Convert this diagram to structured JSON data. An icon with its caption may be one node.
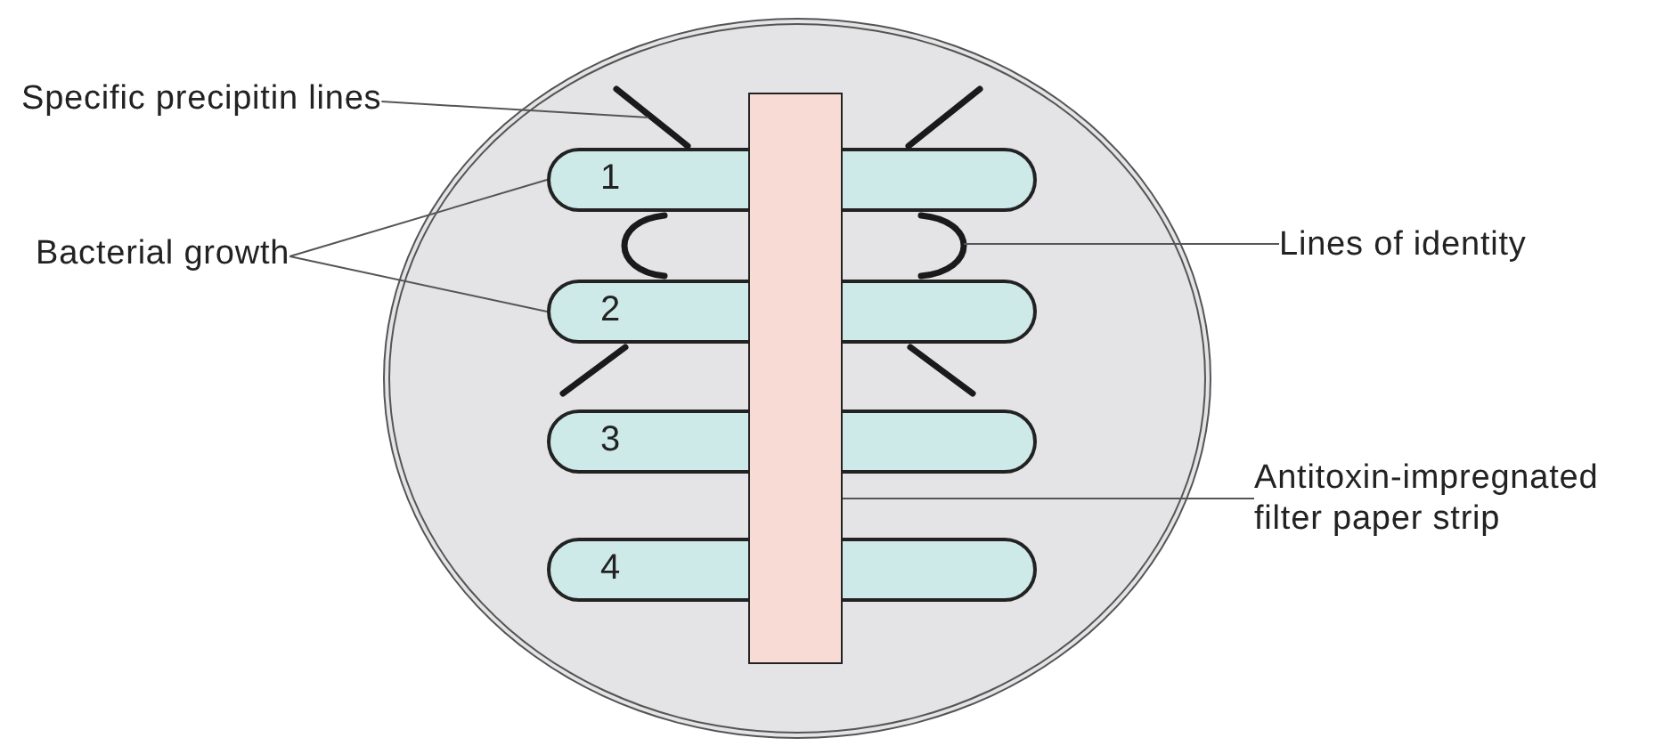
{
  "diagram": {
    "nodes": [
      {
        "text": [
          "Specific precipitin lines"
        ]
      },
      {
        "text": [
          "Bacterial growth"
        ]
      },
      {
        "text": [
          "Lines of identity"
        ]
      },
      {
        "text": [
          "Antitoxin-impregnated filter paper strip"
        ]
      },
      {
        "text": [],
        "shape": "circle"
      },
      {
        "text": [],
        "shape": "box",
        "in": 4
      },
      {
        "text": [
          "1"
        ],
        "in": 4
      },
      {
        "text": [
          "2"
        ],
        "in": 4
      },
      {
        "text": [
          "3"
        ],
        "in": 4
      },
      {
        "text": [
          "4"
        ],
        "in": 4
      },
      {
        "text": [],
        "shape": "line",
        "in": 4
      },
      {
        "text": [],
        "shape": "line",
        "in": 4
      },
      {
        "text": [],
        "shape": "arc",
        "in": 4
      },
      {
        "text": [],
        "shape": "arc",
        "in": 4
      },
      {
        "text": [],
        "shape": "line",
        "in": 4
      },
      {
        "text": [],
        "shape": "line",
        "in": 4
      }
    ],
    "edges": [
      {
        "from": 0,
        "to": 10,
        "arrow": "none"
      },
      {
        "from": 1,
        "to": 6,
        "arrow": "none"
      },
      {
        "from": 1,
        "to": 7,
        "arrow": "none"
      },
      {
        "from": 2,
        "to": 13,
        "arrow": "none"
      },
      {
        "from": 3,
        "to": 5,
        "arrow": "none"
      }
    ]
  }
}
